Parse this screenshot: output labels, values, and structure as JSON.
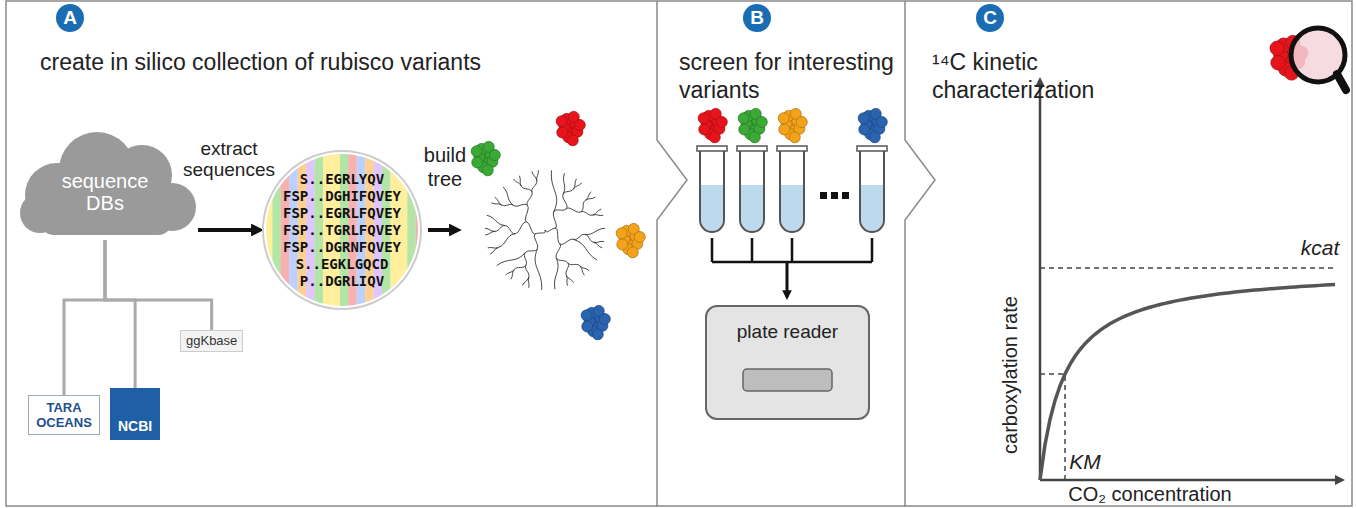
{
  "diagram": {
    "nodes": [
      {
        "text": [
          "A",
          "create in silico collection of rubisco variants"
        ]
      },
      {
        "text": [
          "sequence DBs"
        ],
        "in": 0
      },
      {
        "text": [
          "TARA OCEANS"
        ],
        "in": 0
      },
      {
        "text": [
          "NCBI"
        ],
        "in": 0
      },
      {
        "text": [
          "ggKbase"
        ],
        "in": 0
      },
      {
        "text": [
          "S..EGRLYQV",
          "FSP..DGHIFQVEY",
          "FSP..EGRLFQVEY",
          "FSP..TGRLFQVEY",
          "FSP..DGRNFQVEY",
          "S..EGKLGQCD",
          "P..DGRLIQV"
        ],
        "in": 0
      },
      {
        "text": [
          "B",
          "screen for interesting variants"
        ]
      },
      {
        "text": [
          "plate reader"
        ],
        "in": 6
      },
      {
        "text": [
          "C",
          "¹⁴C kinetic characterization"
        ]
      }
    ],
    "edges": [
      {
        "from": 1,
        "to": 5,
        "arrow": "to",
        "label": "extract sequences"
      },
      {
        "from": 1,
        "to": 2,
        "arrow": "none"
      },
      {
        "from": 1,
        "to": 3,
        "arrow": "none"
      },
      {
        "from": 1,
        "to": 4,
        "arrow": "none"
      }
    ],
    "labels": [
      "build tree",
      "carboxylation rate",
      "CO₂ concentration",
      "kcat",
      "KM"
    ]
  }
}
